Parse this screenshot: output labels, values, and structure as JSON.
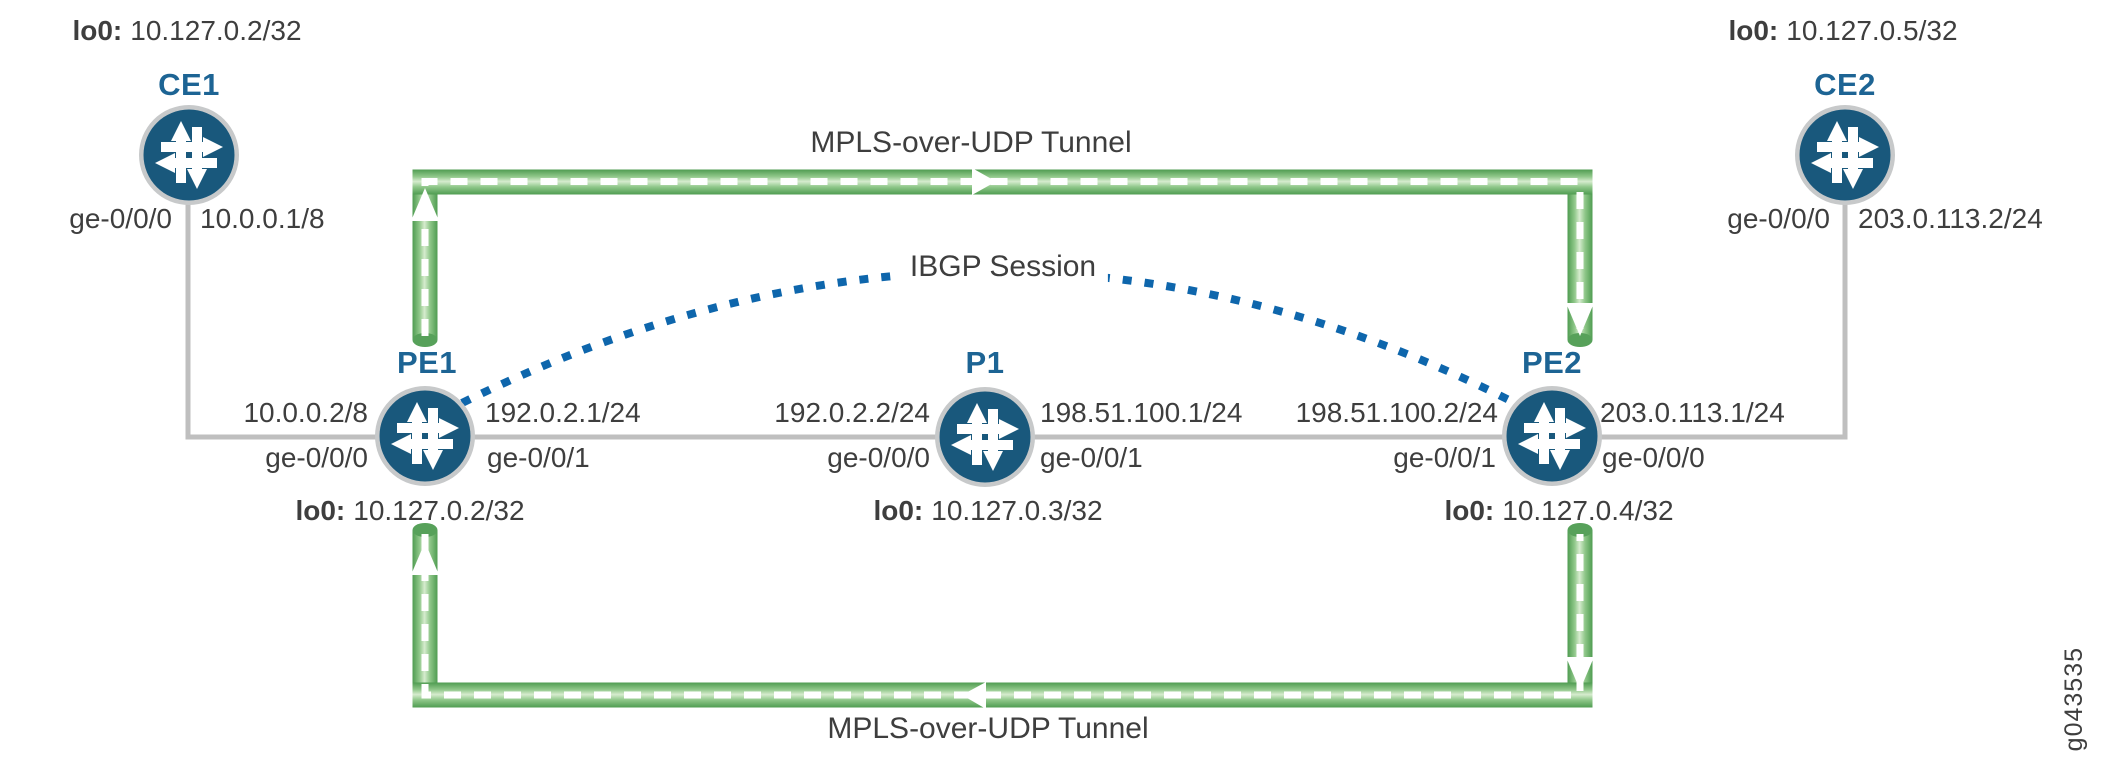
{
  "figure_id": "g043535",
  "labels": {
    "tunnel_top": "MPLS-over-UDP Tunnel",
    "tunnel_bottom": "MPLS-over-UDP Tunnel",
    "ibgp": "IBGP Session"
  },
  "nodes": {
    "ce1": {
      "name": "CE1",
      "lo0_label": "lo0:",
      "lo0": "10.127.0.2/32",
      "iface": "ge-0/0/0",
      "ip": "10.0.0.1/8"
    },
    "ce2": {
      "name": "CE2",
      "lo0_label": "lo0:",
      "lo0": "10.127.0.5/32",
      "iface": "ge-0/0/0",
      "ip": "203.0.113.2/24"
    },
    "pe1": {
      "name": "PE1",
      "lo0_label": "lo0:",
      "lo0": "10.127.0.2/32",
      "left_ip": "10.0.0.2/8",
      "left_iface": "ge-0/0/0",
      "right_ip": "192.0.2.1/24",
      "right_iface": "ge-0/0/1"
    },
    "p1": {
      "name": "P1",
      "lo0_label": "lo0:",
      "lo0": "10.127.0.3/32",
      "left_ip": "192.0.2.2/24",
      "left_iface": "ge-0/0/0",
      "right_ip": "198.51.100.1/24",
      "right_iface": "ge-0/0/1"
    },
    "pe2": {
      "name": "PE2",
      "lo0_label": "lo0:",
      "lo0": "10.127.0.4/32",
      "left_ip": "198.51.100.2/24",
      "left_iface": "ge-0/0/1",
      "right_ip": "203.0.113.1/24",
      "right_iface": "ge-0/0/0"
    }
  },
  "colors": {
    "router_fill": "#19587c",
    "router_ring": "#c7c9ca",
    "node_name_blue": "#1d6494",
    "tunnel_green_edge": "#4f9c51",
    "tunnel_green_light": "#d6ecce",
    "ibgp_blue": "#0e66ac",
    "link_gray": "#bfbfbf",
    "text_gray": "#3e3e3e"
  }
}
